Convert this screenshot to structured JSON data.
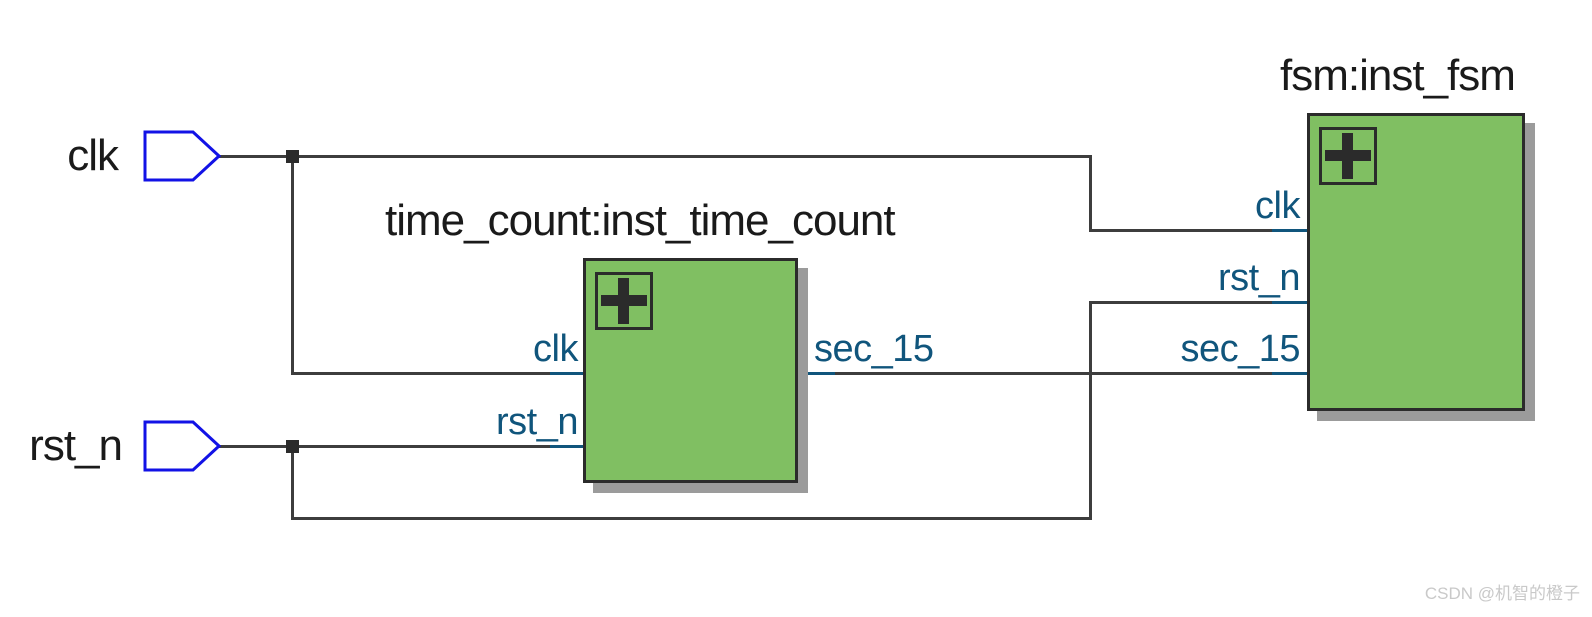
{
  "diagram": {
    "io_ports": [
      {
        "label": "clk",
        "direction": "input",
        "shape": "input-port-pentagon-icon"
      },
      {
        "label": "rst_n",
        "direction": "input",
        "shape": "input-port-pentagon-icon"
      }
    ],
    "instances": [
      {
        "title": "time_count:inst_time_count",
        "expand_icon": "plus-icon",
        "input_ports": [
          {
            "label": "clk"
          },
          {
            "label": "rst_n"
          }
        ],
        "output_ports": [
          {
            "label": "sec_15"
          }
        ]
      },
      {
        "title": "fsm:inst_fsm",
        "expand_icon": "plus-icon",
        "input_ports": [
          {
            "label": "clk"
          },
          {
            "label": "rst_n"
          },
          {
            "label": "sec_15"
          }
        ],
        "output_ports": []
      }
    ],
    "nets": [
      "clk",
      "rst_n",
      "sec_15"
    ]
  },
  "watermark": {
    "text": "CSDN @机智的橙子"
  },
  "colors": {
    "block-fill": "#80bf62",
    "block-border": "#2b2b2b",
    "block-shadow": "#9b9b9b",
    "wire": "#3d3d3d",
    "junction": "#2b2b2b",
    "port-outline": "#1212e6",
    "port-label": "#10557c",
    "label-text": "#1a1a1a",
    "watermark": "#c9c9c9",
    "canvas-bg": "#ffffff"
  }
}
